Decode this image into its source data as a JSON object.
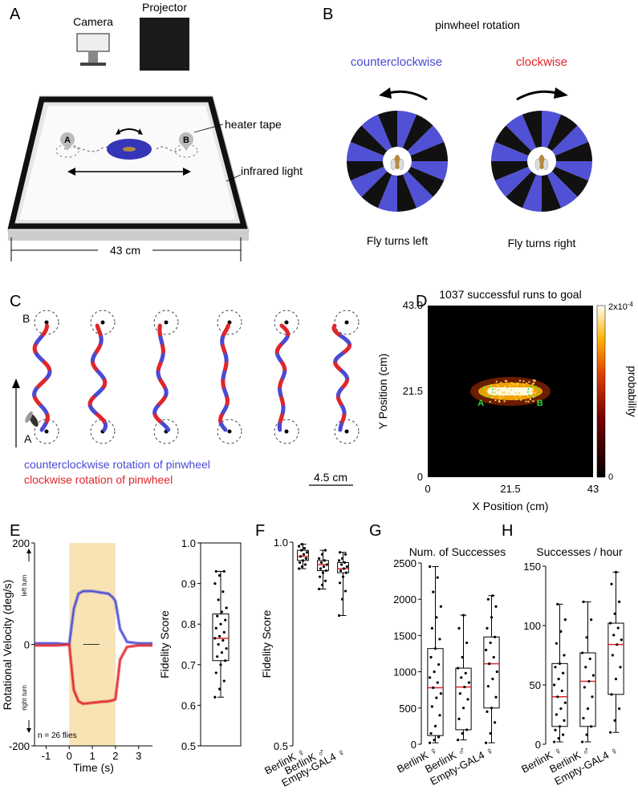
{
  "panel_labels": [
    "A",
    "B",
    "C",
    "D",
    "E",
    "F",
    "G",
    "H"
  ],
  "panelA": {
    "camera": "Camera",
    "projector": "Projector",
    "heater": "heater tape",
    "infrared": "infrared light",
    "marker_a": "A",
    "marker_b": "B",
    "size": "43 cm"
  },
  "panelB": {
    "title": "pinwheel rotation",
    "ccw": "counterclockwise",
    "cw": "clockwise",
    "left": "Fly turns left",
    "right": "Fly turns right"
  },
  "panelC": {
    "label_b": "B",
    "label_a": "A",
    "legend_ccw": "counterclockwise rotation of pinwheel",
    "legend_cw": "clockwise rotation of pinwheel",
    "scale": "4.5 cm"
  },
  "colors": {
    "ccw": "#4a4ad4",
    "cw": "#e0262a",
    "median": "#e0262a"
  },
  "chart_data": [
    {
      "panel": "D",
      "type": "heatmap",
      "title": "1037 successful runs to goal",
      "xlabel": "X Position (cm)",
      "ylabel": "Y Position (cm)",
      "xticks": [
        "0",
        "21.5",
        "43"
      ],
      "yticks": [
        "0",
        "21.5",
        "43.0"
      ],
      "xlim": [
        0,
        43
      ],
      "ylim": [
        0,
        43
      ],
      "colorbar_label": "probability",
      "colorbar_max": "2x10",
      "colorbar_max_exp": "-4",
      "colorbar_min": "0",
      "goal_a": "A",
      "goal_b": "B"
    },
    {
      "panel": "E",
      "type": "line",
      "xlabel": "Time (s)",
      "ylabel": "Rotational Velocity (deg/s)",
      "xticks": [
        "-1",
        "0",
        "1",
        "2",
        "3"
      ],
      "yticks": [
        "-200",
        "0",
        "200"
      ],
      "xlim": [
        -1.5,
        3.6
      ],
      "ylim": [
        -200,
        200
      ],
      "left_turn": "left turn",
      "right_turn": "right turn",
      "n_label": "n = 26 flies",
      "stimulus": [
        0,
        2
      ],
      "series": [
        {
          "color": "#4a4ad4",
          "x": [
            -1.5,
            -0.5,
            0,
            0.2,
            0.4,
            0.6,
            1.0,
            1.4,
            1.7,
            1.9,
            2.0,
            2.2,
            2.5,
            3.0,
            3.6
          ],
          "y": [
            2,
            2,
            0,
            70,
            100,
            105,
            105,
            102,
            100,
            92,
            85,
            30,
            5,
            2,
            2
          ]
        },
        {
          "color": "#e0262a",
          "x": [
            -1.5,
            -0.5,
            0,
            0.2,
            0.4,
            0.6,
            1.0,
            1.4,
            1.7,
            1.9,
            2.0,
            2.2,
            2.5,
            3.0,
            3.6
          ],
          "y": [
            -2,
            -2,
            0,
            -90,
            -112,
            -117,
            -115,
            -113,
            -112,
            -110,
            -108,
            -30,
            -5,
            -2,
            -2
          ]
        }
      ]
    },
    {
      "panel": "E2",
      "type": "box",
      "ylabel": "Fidelity Score",
      "yticks": [
        "0.5",
        "0.6",
        "0.7",
        "0.8",
        "0.9",
        "1.0"
      ],
      "ylim": [
        0.5,
        1.0
      ],
      "boxes": [
        {
          "min": 0.62,
          "q1": 0.71,
          "median": 0.765,
          "q3": 0.825,
          "max": 0.93,
          "points": [
            0.62,
            0.64,
            0.66,
            0.68,
            0.7,
            0.71,
            0.72,
            0.73,
            0.74,
            0.75,
            0.76,
            0.765,
            0.77,
            0.78,
            0.79,
            0.8,
            0.81,
            0.82,
            0.83,
            0.84,
            0.86,
            0.88,
            0.9,
            0.92,
            0.93,
            0.93
          ]
        }
      ]
    },
    {
      "panel": "F",
      "type": "box",
      "ylabel": "Fidelity Score",
      "yticks": [
        "0.5",
        "1.0"
      ],
      "ylim": [
        0.5,
        1.0
      ],
      "categories": [
        "BerlinK ♀",
        "BerlinK ♂",
        "Empty-GAL4 ♀"
      ],
      "boxes": [
        {
          "min": 0.935,
          "q1": 0.955,
          "median": 0.965,
          "q3": 0.98,
          "max": 0.995,
          "points": [
            0.935,
            0.94,
            0.945,
            0.95,
            0.955,
            0.96,
            0.965,
            0.97,
            0.975,
            0.98,
            0.985,
            0.99,
            0.995
          ]
        },
        {
          "min": 0.885,
          "q1": 0.93,
          "median": 0.945,
          "q3": 0.955,
          "max": 0.98,
          "points": [
            0.885,
            0.895,
            0.905,
            0.915,
            0.925,
            0.93,
            0.935,
            0.94,
            0.945,
            0.95,
            0.955,
            0.96,
            0.97,
            0.98
          ]
        },
        {
          "min": 0.82,
          "q1": 0.925,
          "median": 0.935,
          "q3": 0.95,
          "max": 0.975,
          "points": [
            0.82,
            0.86,
            0.88,
            0.9,
            0.915,
            0.925,
            0.93,
            0.935,
            0.94,
            0.945,
            0.95,
            0.955,
            0.96,
            0.97,
            0.975
          ]
        }
      ]
    },
    {
      "panel": "G",
      "type": "box",
      "title": "Num. of Successes",
      "yticks": [
        "0",
        "500",
        "1000",
        "1500",
        "2000",
        "2500"
      ],
      "ylim": [
        0,
        2500
      ],
      "categories": [
        "BerlinK ♀",
        "BerlinK ♂",
        "Empty-GAL4 ♀"
      ],
      "boxes": [
        {
          "min": 20,
          "q1": 120,
          "median": 780,
          "q3": 1320,
          "max": 2450,
          "points": [
            20,
            60,
            100,
            150,
            250,
            400,
            520,
            640,
            700,
            780,
            850,
            920,
            1000,
            1100,
            1200,
            1320,
            1450,
            1600,
            1750,
            1900,
            2100,
            2300,
            2450
          ]
        },
        {
          "min": 60,
          "q1": 200,
          "median": 790,
          "q3": 1050,
          "max": 1780,
          "points": [
            60,
            150,
            200,
            350,
            500,
            620,
            700,
            790,
            850,
            920,
            980,
            1050,
            1200,
            1400,
            1600,
            1780
          ]
        },
        {
          "min": 20,
          "q1": 500,
          "median": 1110,
          "q3": 1480,
          "max": 2050,
          "points": [
            20,
            150,
            300,
            450,
            500,
            650,
            800,
            900,
            1000,
            1110,
            1200,
            1300,
            1400,
            1480,
            1600,
            1750,
            1900,
            2000,
            2050
          ]
        }
      ]
    },
    {
      "panel": "H",
      "type": "box",
      "title": "Successes / hour",
      "yticks": [
        "0",
        "50",
        "100",
        "150"
      ],
      "ylim": [
        0,
        150
      ],
      "categories": [
        "BerlinK ♀",
        "BerlinK ♂",
        "Empty-GAL4 ♀"
      ],
      "boxes": [
        {
          "min": 2,
          "q1": 15,
          "median": 40,
          "q3": 68,
          "max": 118,
          "points": [
            2,
            5,
            8,
            12,
            15,
            20,
            25,
            30,
            35,
            40,
            45,
            50,
            55,
            60,
            65,
            68,
            75,
            85,
            95,
            105,
            118
          ]
        },
        {
          "min": 2,
          "q1": 15,
          "median": 53,
          "q3": 77,
          "max": 120,
          "points": [
            2,
            8,
            15,
            22,
            30,
            40,
            48,
            53,
            58,
            65,
            72,
            77,
            90,
            105,
            120
          ]
        },
        {
          "min": 10,
          "q1": 42,
          "median": 84,
          "q3": 102,
          "max": 145,
          "points": [
            10,
            20,
            30,
            42,
            55,
            65,
            75,
            84,
            88,
            92,
            98,
            102,
            110,
            120,
            135,
            145
          ]
        }
      ]
    }
  ]
}
